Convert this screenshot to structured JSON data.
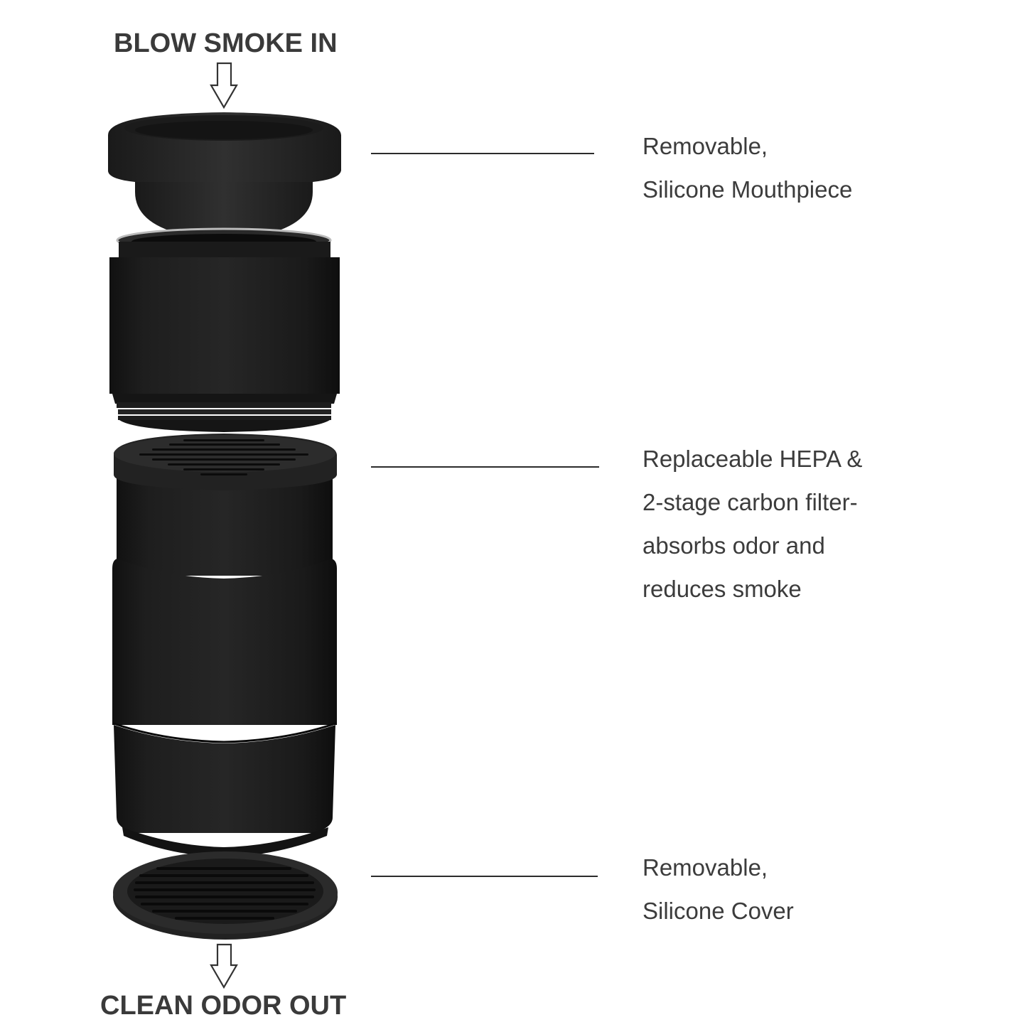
{
  "diagram": {
    "flow": {
      "in_label": "BLOW SMOKE IN",
      "out_label": "CLEAN ODOR OUT",
      "in_arrow_icon": "down-arrow-outline-icon",
      "out_arrow_icon": "down-arrow-outline-icon"
    },
    "parts": [
      {
        "name": "mouthpiece",
        "color": "#2a2a2a"
      },
      {
        "name": "upper-housing",
        "color": "#1c1c1c"
      },
      {
        "name": "filter-cartridge",
        "color": "#1a1a1a"
      },
      {
        "name": "lower-housing",
        "color": "#1b1b1b"
      },
      {
        "name": "bottom-cover",
        "color": "#262626"
      }
    ],
    "callouts": [
      {
        "lines": [
          "Removable,",
          "Silicone Mouthpiece"
        ]
      },
      {
        "lines": [
          "Replaceable HEPA &",
          "2-stage carbon filter-",
          "absorbs odor and",
          "reduces smoke"
        ]
      },
      {
        "lines": [
          "Removable,",
          "Silicone Cover"
        ]
      }
    ],
    "colors": {
      "background": "#ffffff",
      "text": "#3c3c3c",
      "leader_line": "#2b2b2b",
      "product_body": "#1c1c1c"
    }
  }
}
